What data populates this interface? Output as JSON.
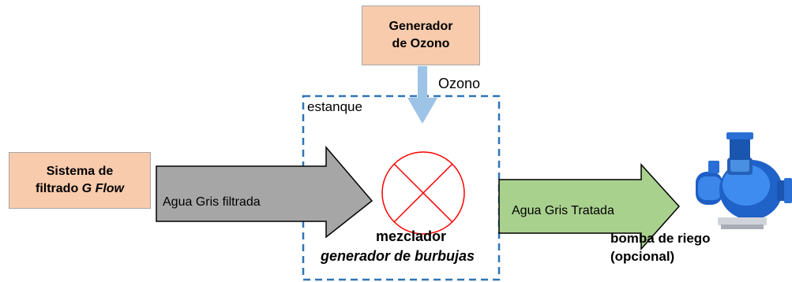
{
  "ozone_generator": {
    "line1": "Generador",
    "line2": "de Ozono"
  },
  "ozone_label": "Ozono",
  "tank_label": "estanque",
  "filter_system": {
    "line1": "Sistema de",
    "line2_prefix": "filtrado ",
    "line2_italic": "G Flow"
  },
  "inflow_label": "Agua Gris filtrada",
  "outflow_label": "Agua Gris Tratada",
  "mixer": {
    "title": "mezclador",
    "subtitle": "generador de burbujas"
  },
  "pump": {
    "title": "bomba de riego",
    "subtitle": "(opcional)",
    "icon": "water-pump-icon"
  },
  "colors": {
    "box_fill": "#f8cbad",
    "tank_border": "#2e75b6",
    "ozone_arrow": "#9dc3e6",
    "inflow_arrow": "#a6a6a6",
    "outflow_arrow": "#a9d18e",
    "mixer_symbol": "#ff0000",
    "pump_body": "#2a6fd6"
  }
}
